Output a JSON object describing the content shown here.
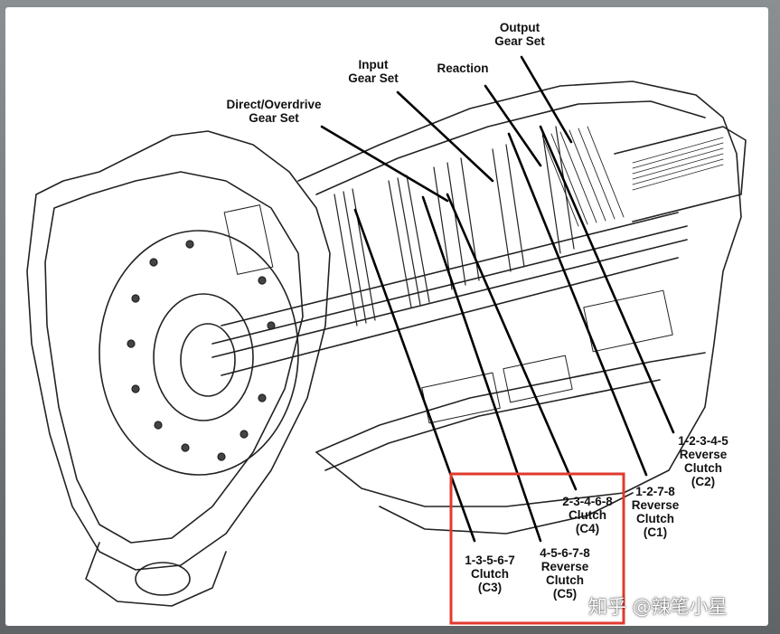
{
  "labels": {
    "output_gear_set": "Output\nGear Set",
    "reaction": "Reaction",
    "input_gear_set": "Input\nGear Set",
    "direct_overdrive_gear_set": "Direct/Overdrive\nGear Set",
    "clutch_c2": "1-2-3-4-5\nReverse\nClutch\n(C2)",
    "clutch_c1": "1-2-7-8\nReverse\nClutch\n(C1)",
    "clutch_c4": "2-3-4-6-8\nClutch\n(C4)",
    "clutch_c5": "4-5-6-7-8\nReverse\nClutch\n(C5)",
    "clutch_c3": "1-3-5-6-7\nClutch\n(C3)"
  },
  "watermark": "知乎 @辣笔小星",
  "colors": {
    "highlight_box": "#e03a2f",
    "line": "#000000"
  }
}
